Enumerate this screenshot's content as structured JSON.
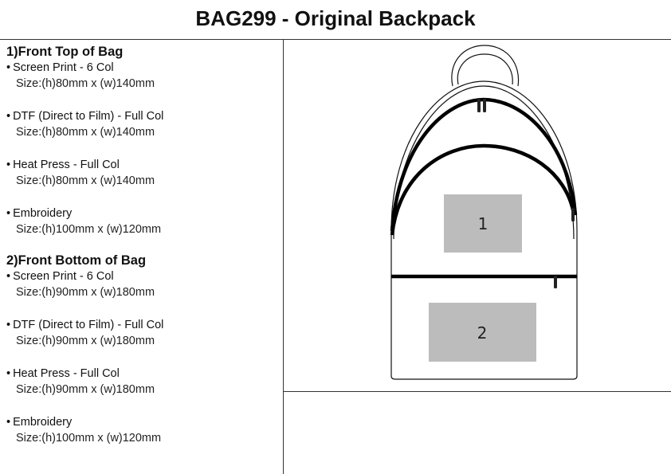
{
  "title": "BAG299 - Original Backpack",
  "sections": [
    {
      "heading": "1)Front Top of Bag",
      "items": [
        {
          "name": "Screen Print - 6 Col",
          "size": "Size:(h)80mm x (w)140mm"
        },
        {
          "name": "DTF (Direct to Film) - Full Col",
          "size": "Size:(h)80mm x (w)140mm"
        },
        {
          "name": "Heat Press - Full Col",
          "size": "Size:(h)80mm x (w)140mm"
        },
        {
          "name": "Embroidery",
          "size": "Size:(h)100mm x (w)120mm"
        }
      ]
    },
    {
      "heading": "2)Front Bottom of Bag",
      "items": [
        {
          "name": "Screen Print - 6 Col",
          "size": "Size:(h)90mm x (w)180mm"
        },
        {
          "name": "DTF (Direct to Film) - Full Col",
          "size": "Size:(h)90mm x (w)180mm"
        },
        {
          "name": "Heat Press - Full Col",
          "size": "Size:(h)90mm x (w)180mm"
        },
        {
          "name": "Embroidery",
          "size": "Size:(h)100mm x (w)120mm"
        }
      ]
    }
  ],
  "diagram": {
    "area_1_label": "1",
    "area_2_label": "2",
    "print_area_color": "#bcbcbc"
  }
}
